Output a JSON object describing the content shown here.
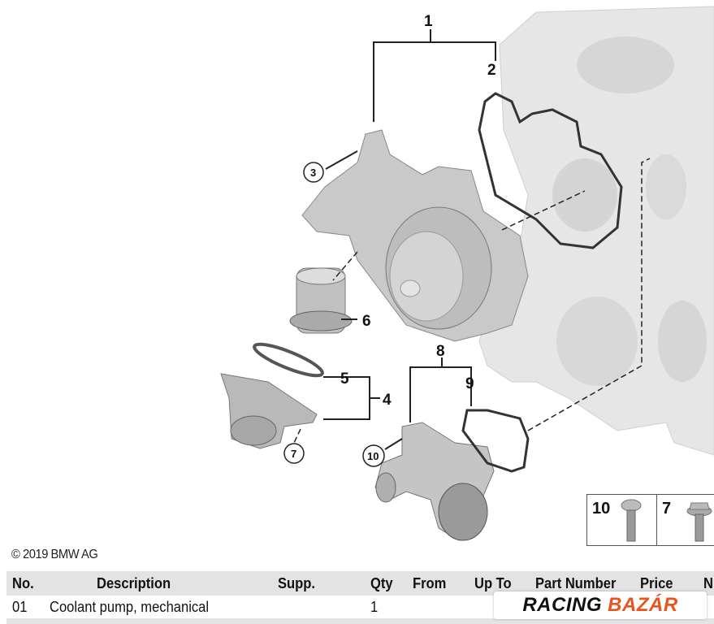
{
  "diagram": {
    "callouts": {
      "c1": "1",
      "c2": "2",
      "c3": "3",
      "c4": "4",
      "c5": "5",
      "c6": "6",
      "c7": "7",
      "c8": "8",
      "c9": "9",
      "c10": "10"
    },
    "screws": [
      {
        "number": "10",
        "icon": "torx-pan-head-screw-icon"
      },
      {
        "number": "7",
        "icon": "hex-flange-bolt-icon"
      }
    ]
  },
  "copyright": "© 2019 BMW AG",
  "table": {
    "headers": [
      "No.",
      "Description",
      "Supp.",
      "Qty",
      "From",
      "Up To",
      "Part Number",
      "Price",
      "N"
    ],
    "rows": [
      {
        "no": "01",
        "description": "Coolant pump, mechanical",
        "supp": "",
        "qty": "1",
        "from": "",
        "up_to": "",
        "part_number": "",
        "price": ""
      }
    ]
  },
  "watermark": {
    "part1": "RACING",
    "part2": "BAZÁR",
    "colors": {
      "part1": "#111111",
      "part2": "#e8541e"
    }
  }
}
